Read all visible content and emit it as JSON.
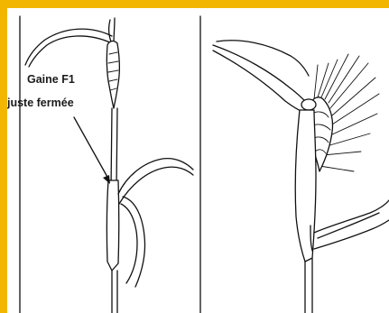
{
  "annotation": {
    "line1": "Gaine F1",
    "line2": "juste fermée"
  },
  "frame": {
    "border_color": "#f2b600",
    "background": "#ffffff",
    "divider_color": "#111111"
  },
  "panels": [
    {
      "subject": "wheat stem with flag leaf sheath just closed, ear emerging"
    },
    {
      "subject": "wheat ear emerging from sheath with awns"
    }
  ]
}
